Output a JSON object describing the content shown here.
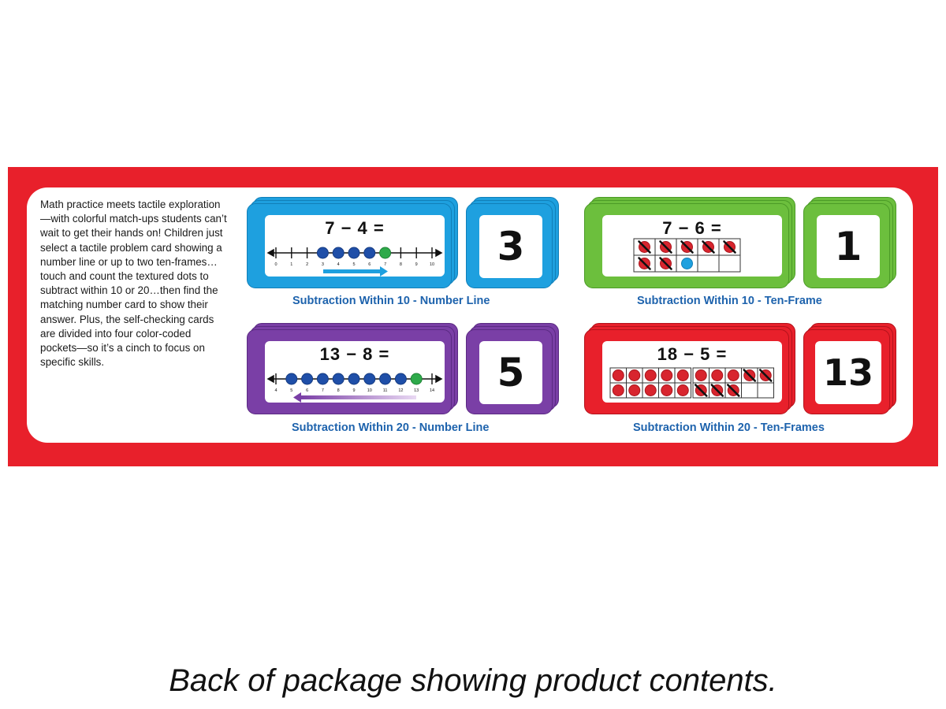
{
  "description": "Math practice meets tactile exploration—with colorful match-ups students can’t wait to get their hands on! Children just select a tactile problem card showing a number line or up to two ten-frames…touch and count the textured dots to subtract within 10 or 20…then find the matching number card to show their answer. Plus, the self-checking cards are divided into four color-coded pockets—so it’s a cinch to focus on specific skills.",
  "caption": "Back of package showing product contents.",
  "colors": {
    "blue": "#1ea0df",
    "green": "#6cbf3d",
    "purple": "#7a3fa6",
    "red": "#e8202b",
    "label": "#1e63ad"
  },
  "groups": [
    {
      "label": "Subtraction Within 10 - Number Line",
      "equation": "7 − 4 =",
      "answer": "3",
      "ticks": [
        "0",
        "1",
        "2",
        "3",
        "4",
        "5",
        "6",
        "7",
        "8",
        "9",
        "10"
      ]
    },
    {
      "label": "Subtraction Within 10 - Ten-Frame",
      "equation": "7 − 6 =",
      "answer": "1"
    },
    {
      "label": "Subtraction Within 20 - Number Line",
      "equation": "13 − 8 =",
      "answer": "5",
      "ticks": [
        "4",
        "5",
        "6",
        "7",
        "8",
        "9",
        "10",
        "11",
        "12",
        "13",
        "14"
      ]
    },
    {
      "label": "Subtraction Within 20 - Ten-Frames",
      "equation": "18 − 5 =",
      "answer": "13"
    }
  ]
}
